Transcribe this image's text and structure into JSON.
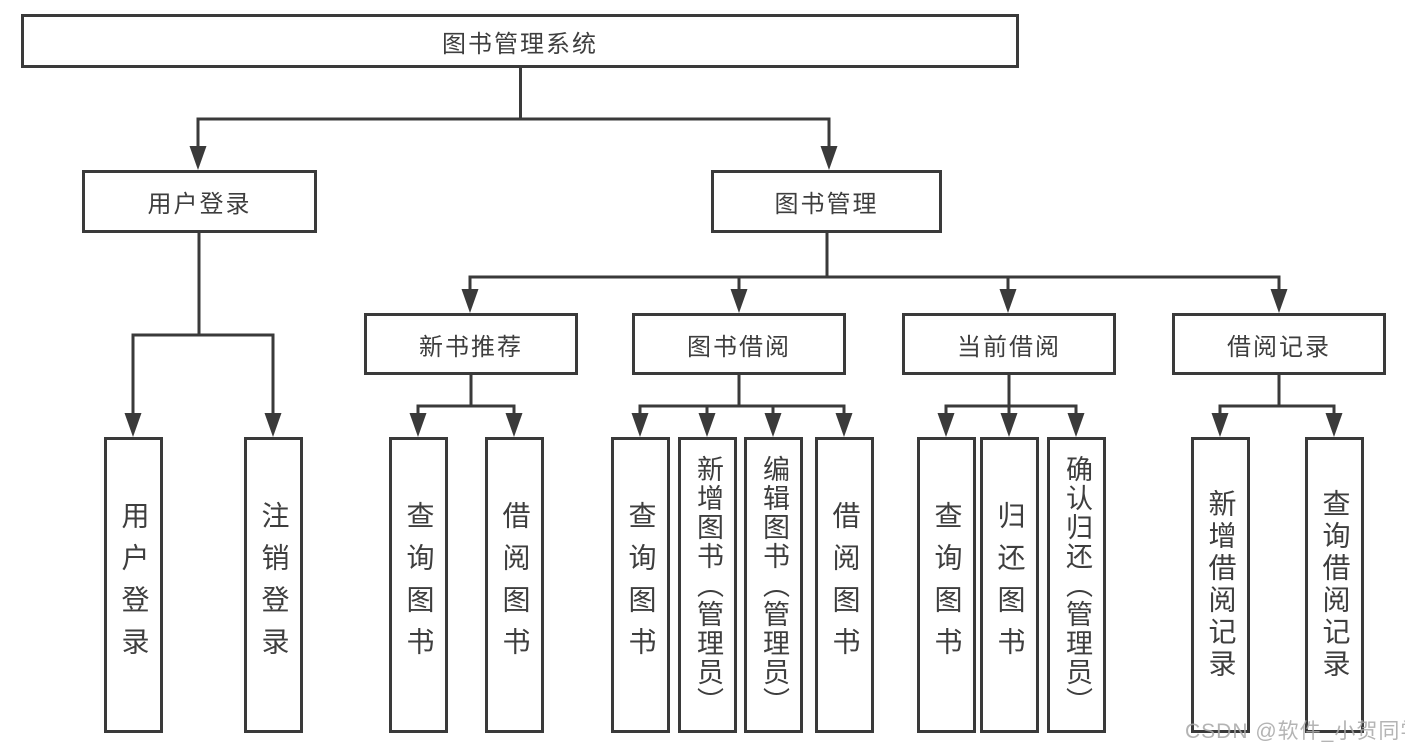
{
  "diagram": {
    "root": "图书管理系统",
    "level2": [
      "用户登录",
      "图书管理"
    ],
    "level3": [
      "新书推荐",
      "图书借阅",
      "当前借阅",
      "借阅记录"
    ],
    "leaves": [
      "用户登录",
      "注销登录",
      "查询图书",
      "借阅图书",
      "查询图书",
      "新增图书（管理员）",
      "编辑图书（管理员）",
      "借阅图书",
      "查询图书",
      "归还图书",
      "确认归还（管理员）",
      "新增借阅记录",
      "查询借阅记录"
    ]
  },
  "watermark": "CSDN @软件_小贺同学",
  "colors": {
    "line": "#3a3a3a",
    "text": "#3e3e3e",
    "background": "#ffffff",
    "watermark": "#a8a8a8"
  }
}
